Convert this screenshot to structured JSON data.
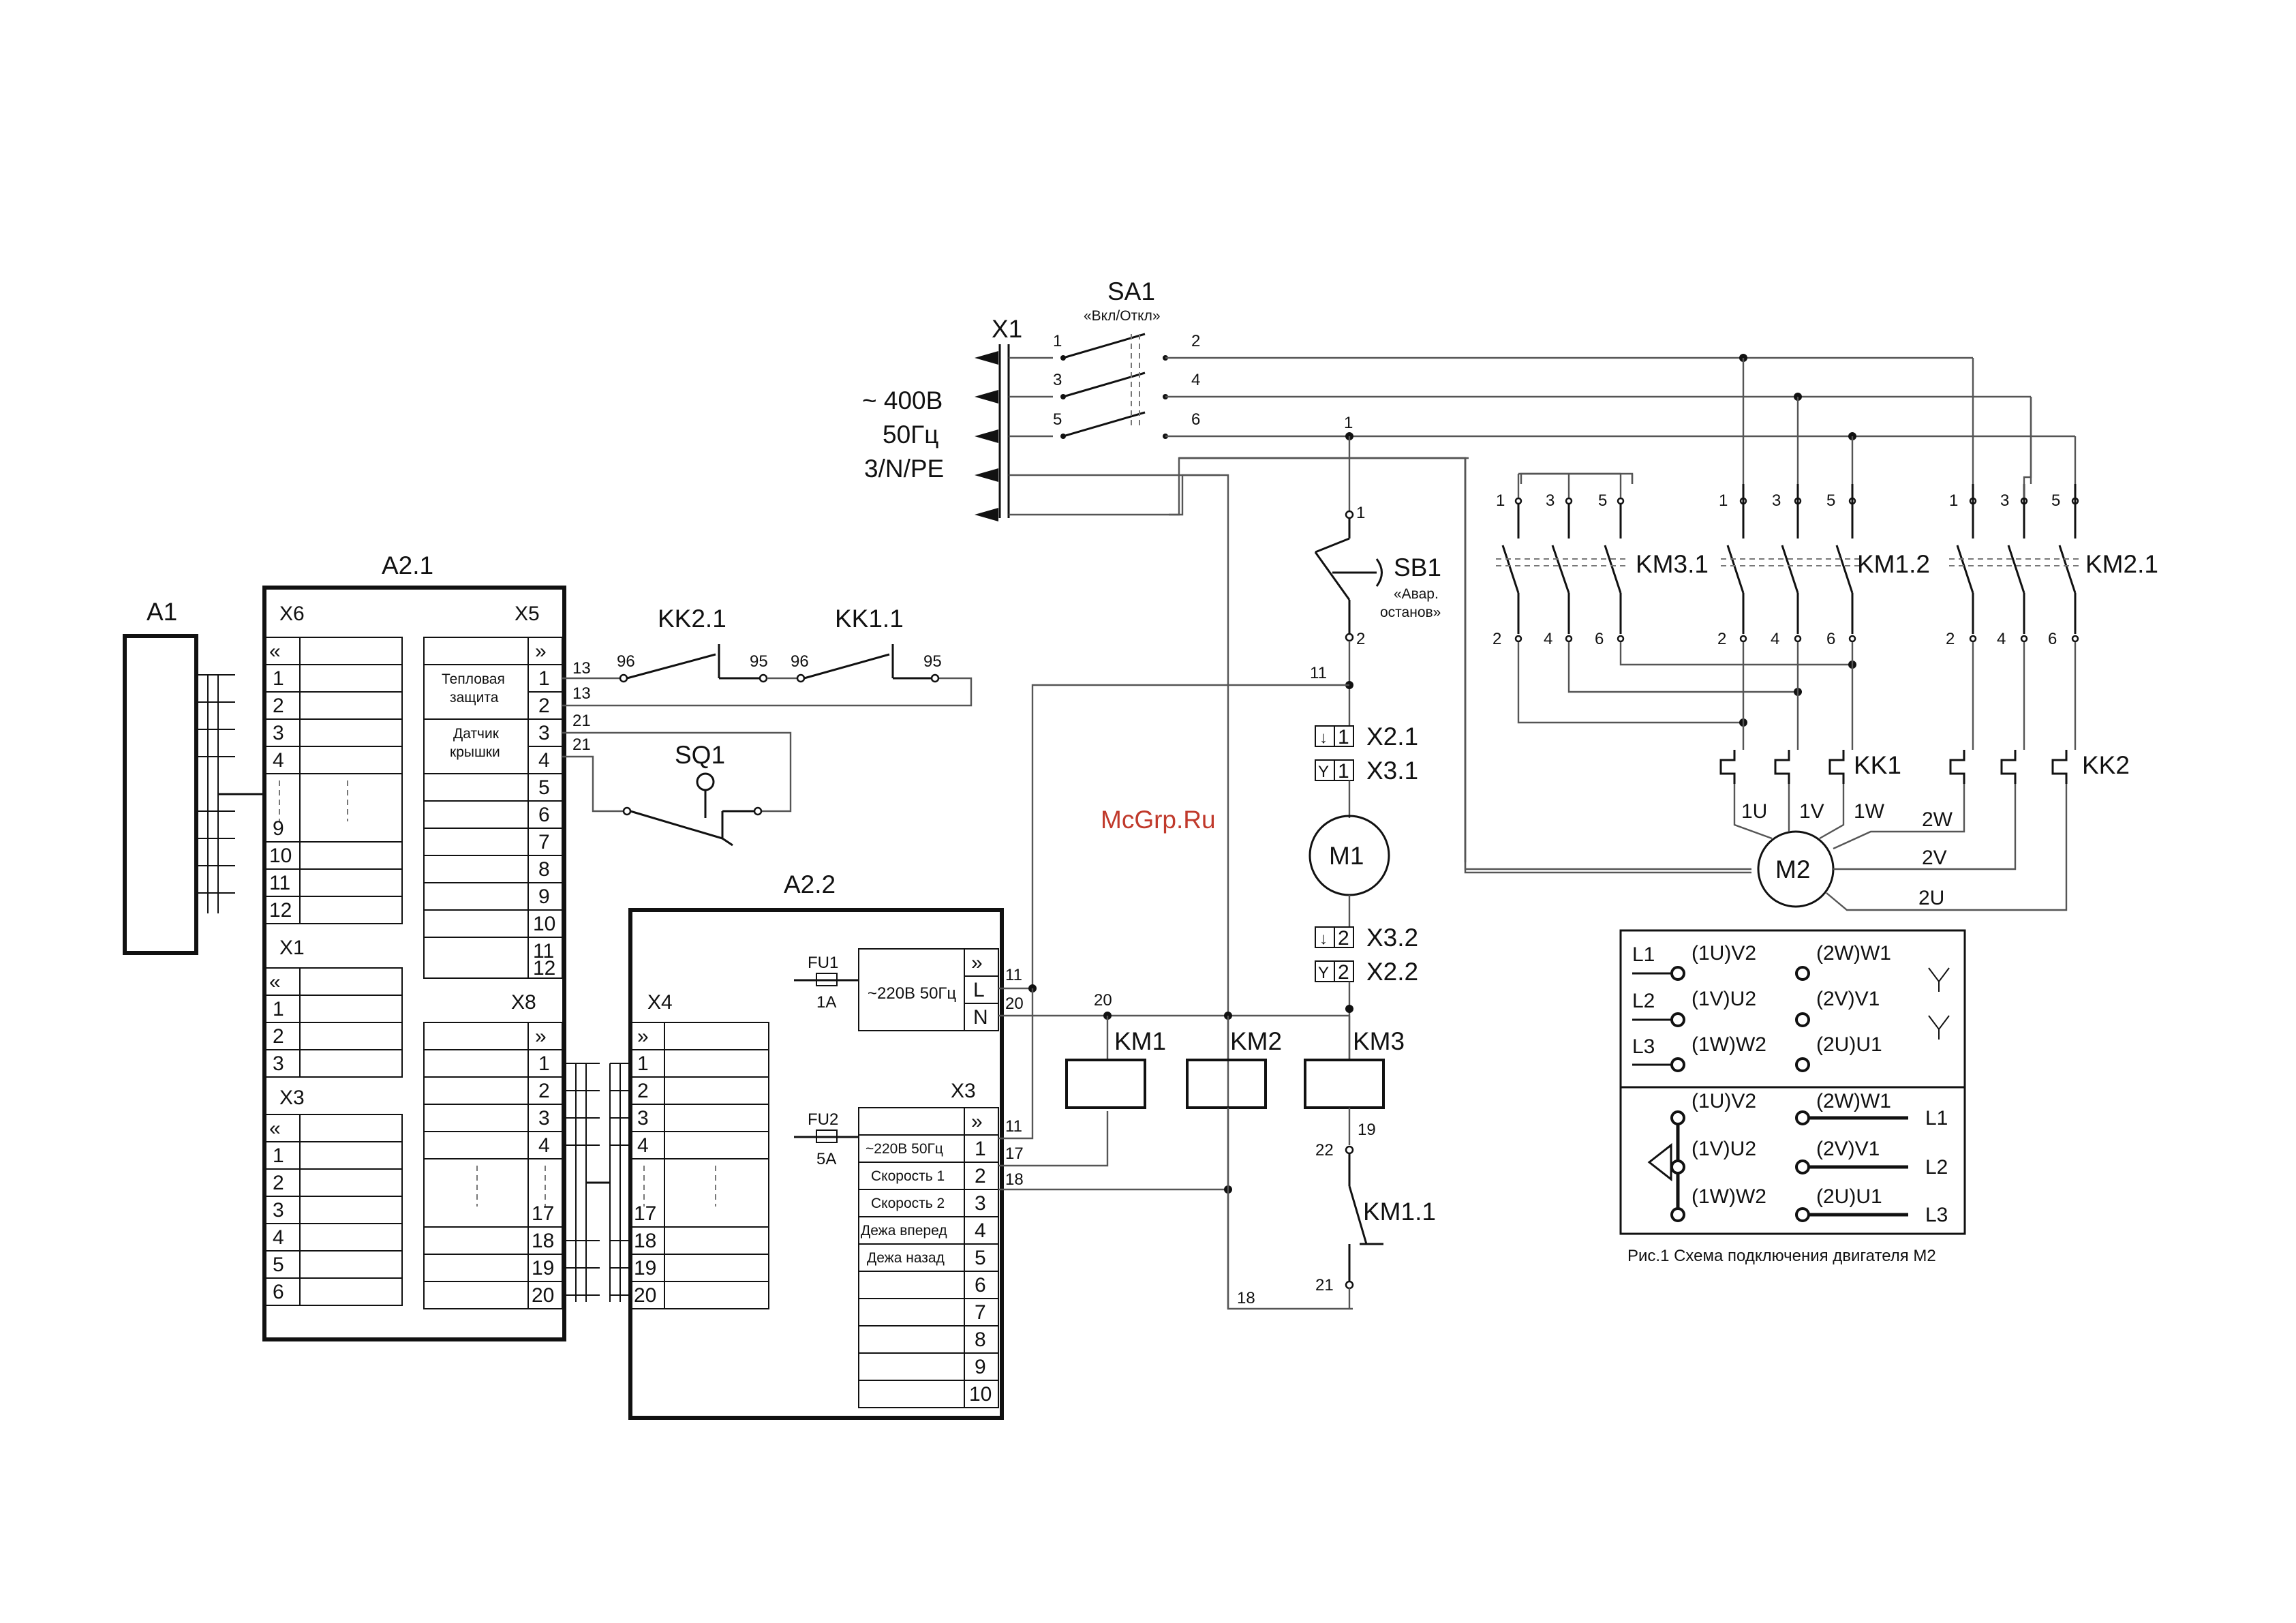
{
  "supply": {
    "connector": "X1",
    "voltage": "~ 400В",
    "frequency": "50Гц",
    "phases": "3/N/PE"
  },
  "sa1": {
    "name": "SA1",
    "subtitle": "«Вкл/Откл»",
    "pins_in": [
      "1",
      "3",
      "5"
    ],
    "pins_out": [
      "2",
      "4",
      "6"
    ]
  },
  "node_1": "1",
  "sb1": {
    "name": "SB1",
    "subtitle_1": "«Авар.",
    "subtitle_2": "останов»",
    "pin_top": "1",
    "pin_bottom": "2"
  },
  "wire_11": "11",
  "m1": {
    "name": "M1",
    "x21": "X2.1",
    "x31": "X3.1",
    "x32": "X3.2",
    "x22": "X2.2",
    "pin_1": "1",
    "pin_2": "2"
  },
  "a1": {
    "name": "A1"
  },
  "a21": {
    "name": "A2.1",
    "x6": {
      "name": "X6",
      "rows": [
        "1",
        "2",
        "3",
        "4",
        "9",
        "10",
        "11",
        "12"
      ]
    },
    "x1": {
      "name": "X1",
      "rows": [
        "1",
        "2",
        "3"
      ]
    },
    "x3": {
      "name": "X3",
      "rows": [
        "1",
        "2",
        "3",
        "4",
        "5",
        "6"
      ]
    },
    "x5": {
      "name": "X5",
      "rows": [
        "1",
        "2",
        "3",
        "4",
        "5",
        "6",
        "7",
        "8",
        "9",
        "10",
        "11",
        "12"
      ],
      "label_thermal_1": "Тепловая",
      "label_thermal_2": "защита",
      "label_cover_1": "Датчик",
      "label_cover_2": "крышки"
    },
    "x8": {
      "name": "X8",
      "rows": [
        "1",
        "2",
        "3",
        "4",
        "17",
        "18",
        "19",
        "20"
      ]
    }
  },
  "kk21": {
    "name": "KK2.1",
    "pin_a": "96",
    "pin_b": "95"
  },
  "kk11": {
    "name": "KK1.1",
    "pin_a": "96",
    "pin_b": "95"
  },
  "sq1": {
    "name": "SQ1"
  },
  "wires_x5": [
    "13",
    "13",
    "21",
    "21"
  ],
  "a22": {
    "name": "A2.2",
    "x4": {
      "name": "X4",
      "rows": [
        "1",
        "2",
        "3",
        "4",
        "17",
        "18",
        "19",
        "20"
      ]
    },
    "fu1": {
      "name": "FU1",
      "rating": "1A"
    },
    "fu2": {
      "name": "FU2",
      "rating": "5A"
    },
    "top_block": {
      "label": "~220В 50Гц",
      "pin_l": "L",
      "pin_n": "N"
    },
    "x3": {
      "name": "X3",
      "rows": [
        {
          "label": "~220В 50Гц",
          "num": "1"
        },
        {
          "label": "Скорость 1",
          "num": "2"
        },
        {
          "label": "Скорость 2",
          "num": "3"
        },
        {
          "label": "Дежа вперед",
          "num": "4"
        },
        {
          "label": "Дежа назад",
          "num": "5"
        },
        {
          "label": "",
          "num": "6"
        },
        {
          "label": "",
          "num": "7"
        },
        {
          "label": "",
          "num": "8"
        },
        {
          "label": "",
          "num": "9"
        },
        {
          "label": "",
          "num": "10"
        }
      ]
    }
  },
  "a22_wires": {
    "w11a": "11",
    "w20": "20",
    "w11b": "11",
    "w17": "17",
    "w18": "18"
  },
  "coils": {
    "km1": "KM1",
    "km2": "KM2",
    "km3": "KM3",
    "node_20": "20"
  },
  "km11": {
    "name": "KM1.1",
    "pin_top": "22",
    "pin_bottom": "21",
    "node_19": "19",
    "node_18": "18"
  },
  "power": {
    "km31": "KM3.1",
    "km12": "KM1.2",
    "km21": "KM2.1",
    "pins_top": [
      "1",
      "3",
      "5"
    ],
    "pins_bottom": [
      "2",
      "4",
      "6"
    ],
    "kk1": "KK1",
    "kk2": "KK2",
    "m2": "M2",
    "w1u": "1U",
    "w1v": "1V",
    "w1w": "1W",
    "w2w": "2W",
    "w2v": "2V",
    "w2u": "2U"
  },
  "watermark": "McGrp.Ru",
  "connection_table": {
    "star": {
      "l1": "L1",
      "l2": "L2",
      "l3": "L3",
      "left": [
        "(1U)V2",
        "(1V)U2",
        "(1W)W2"
      ],
      "right": [
        "(2W)W1",
        "(2V)V1",
        "(2U)U1"
      ]
    },
    "delta": {
      "left": [
        "(1U)V2",
        "(1V)U2",
        "(1W)W2"
      ],
      "right": [
        "(2W)W1",
        "(2V)V1",
        "(2U)U1"
      ],
      "l1": "L1",
      "l2": "L2",
      "l3": "L3"
    },
    "caption": "Рис.1 Схема подключения двигателя M2"
  }
}
